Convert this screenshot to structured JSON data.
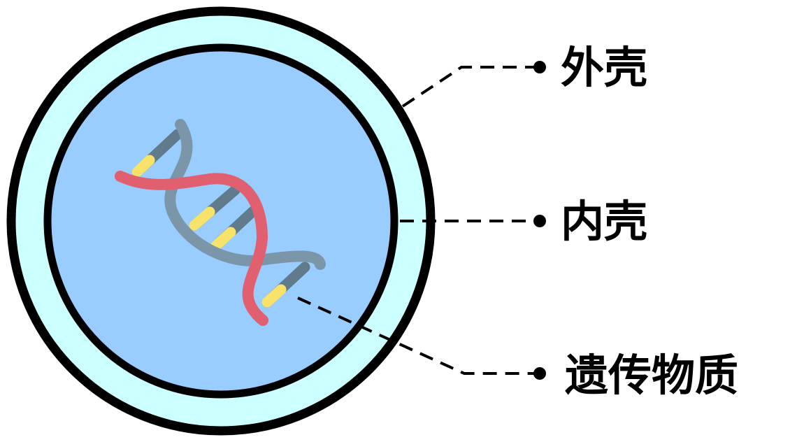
{
  "labels": {
    "outer_shell": "外壳",
    "inner_shell": "内壳",
    "genetic_material": "遗传物质"
  },
  "colors": {
    "outer_shell_fill": "#ccffff",
    "inner_fill": "#99ccff",
    "outline": "#000000",
    "dna_strand_gray": "#7a96a8",
    "dna_strand_red": "#e06070",
    "base_pair_gray": "#5f7b8c",
    "base_pair_yellow": "#f7e36a",
    "leader_line": "#000000"
  },
  "icons": {
    "dna": "dna-double-helix-icon"
  }
}
